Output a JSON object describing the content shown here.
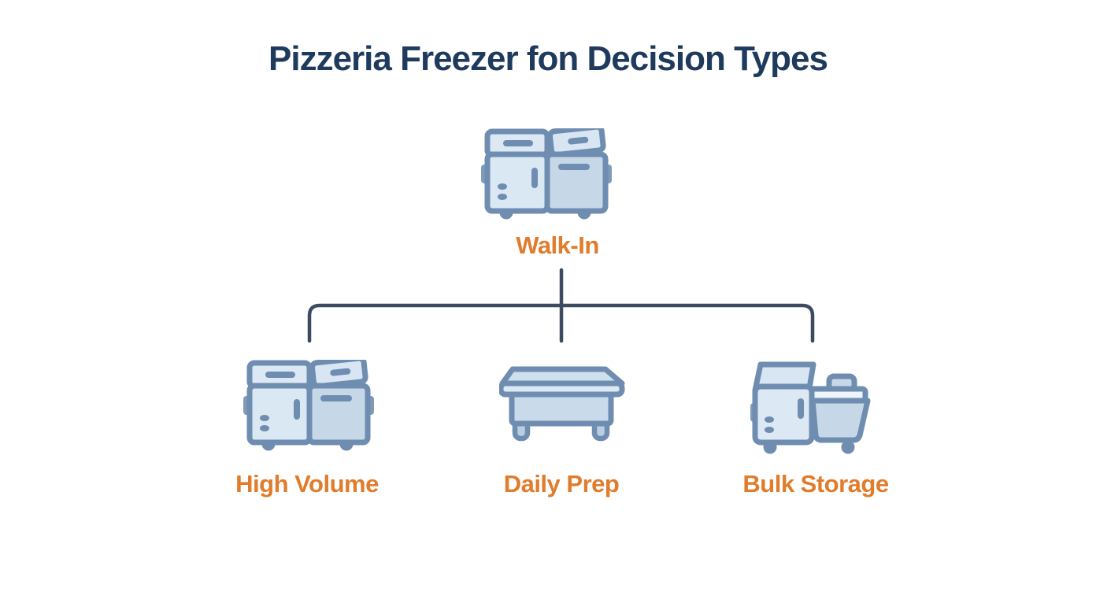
{
  "title": "Pizzeria Freezer fon Decision Types",
  "diagram": {
    "root": {
      "label": "Walk-In",
      "icon": "walk-in-freezer-icon"
    },
    "children": [
      {
        "label": "High Volume",
        "icon": "double-freezer-icon"
      },
      {
        "label": "Daily Prep",
        "icon": "prep-table-icon"
      },
      {
        "label": "Bulk Storage",
        "icon": "bulk-storage-icon"
      }
    ]
  },
  "colors": {
    "background": "#ffffff",
    "title_text": "#1e3a5c",
    "node_label_text": "#e07c2b",
    "connector_line": "#3b4c61",
    "icon_outline": "#6f8db0",
    "icon_fill_light": "#dce9f4",
    "icon_fill_mid": "#cfe0ed",
    "icon_fill_dark": "#c6d8e8"
  }
}
